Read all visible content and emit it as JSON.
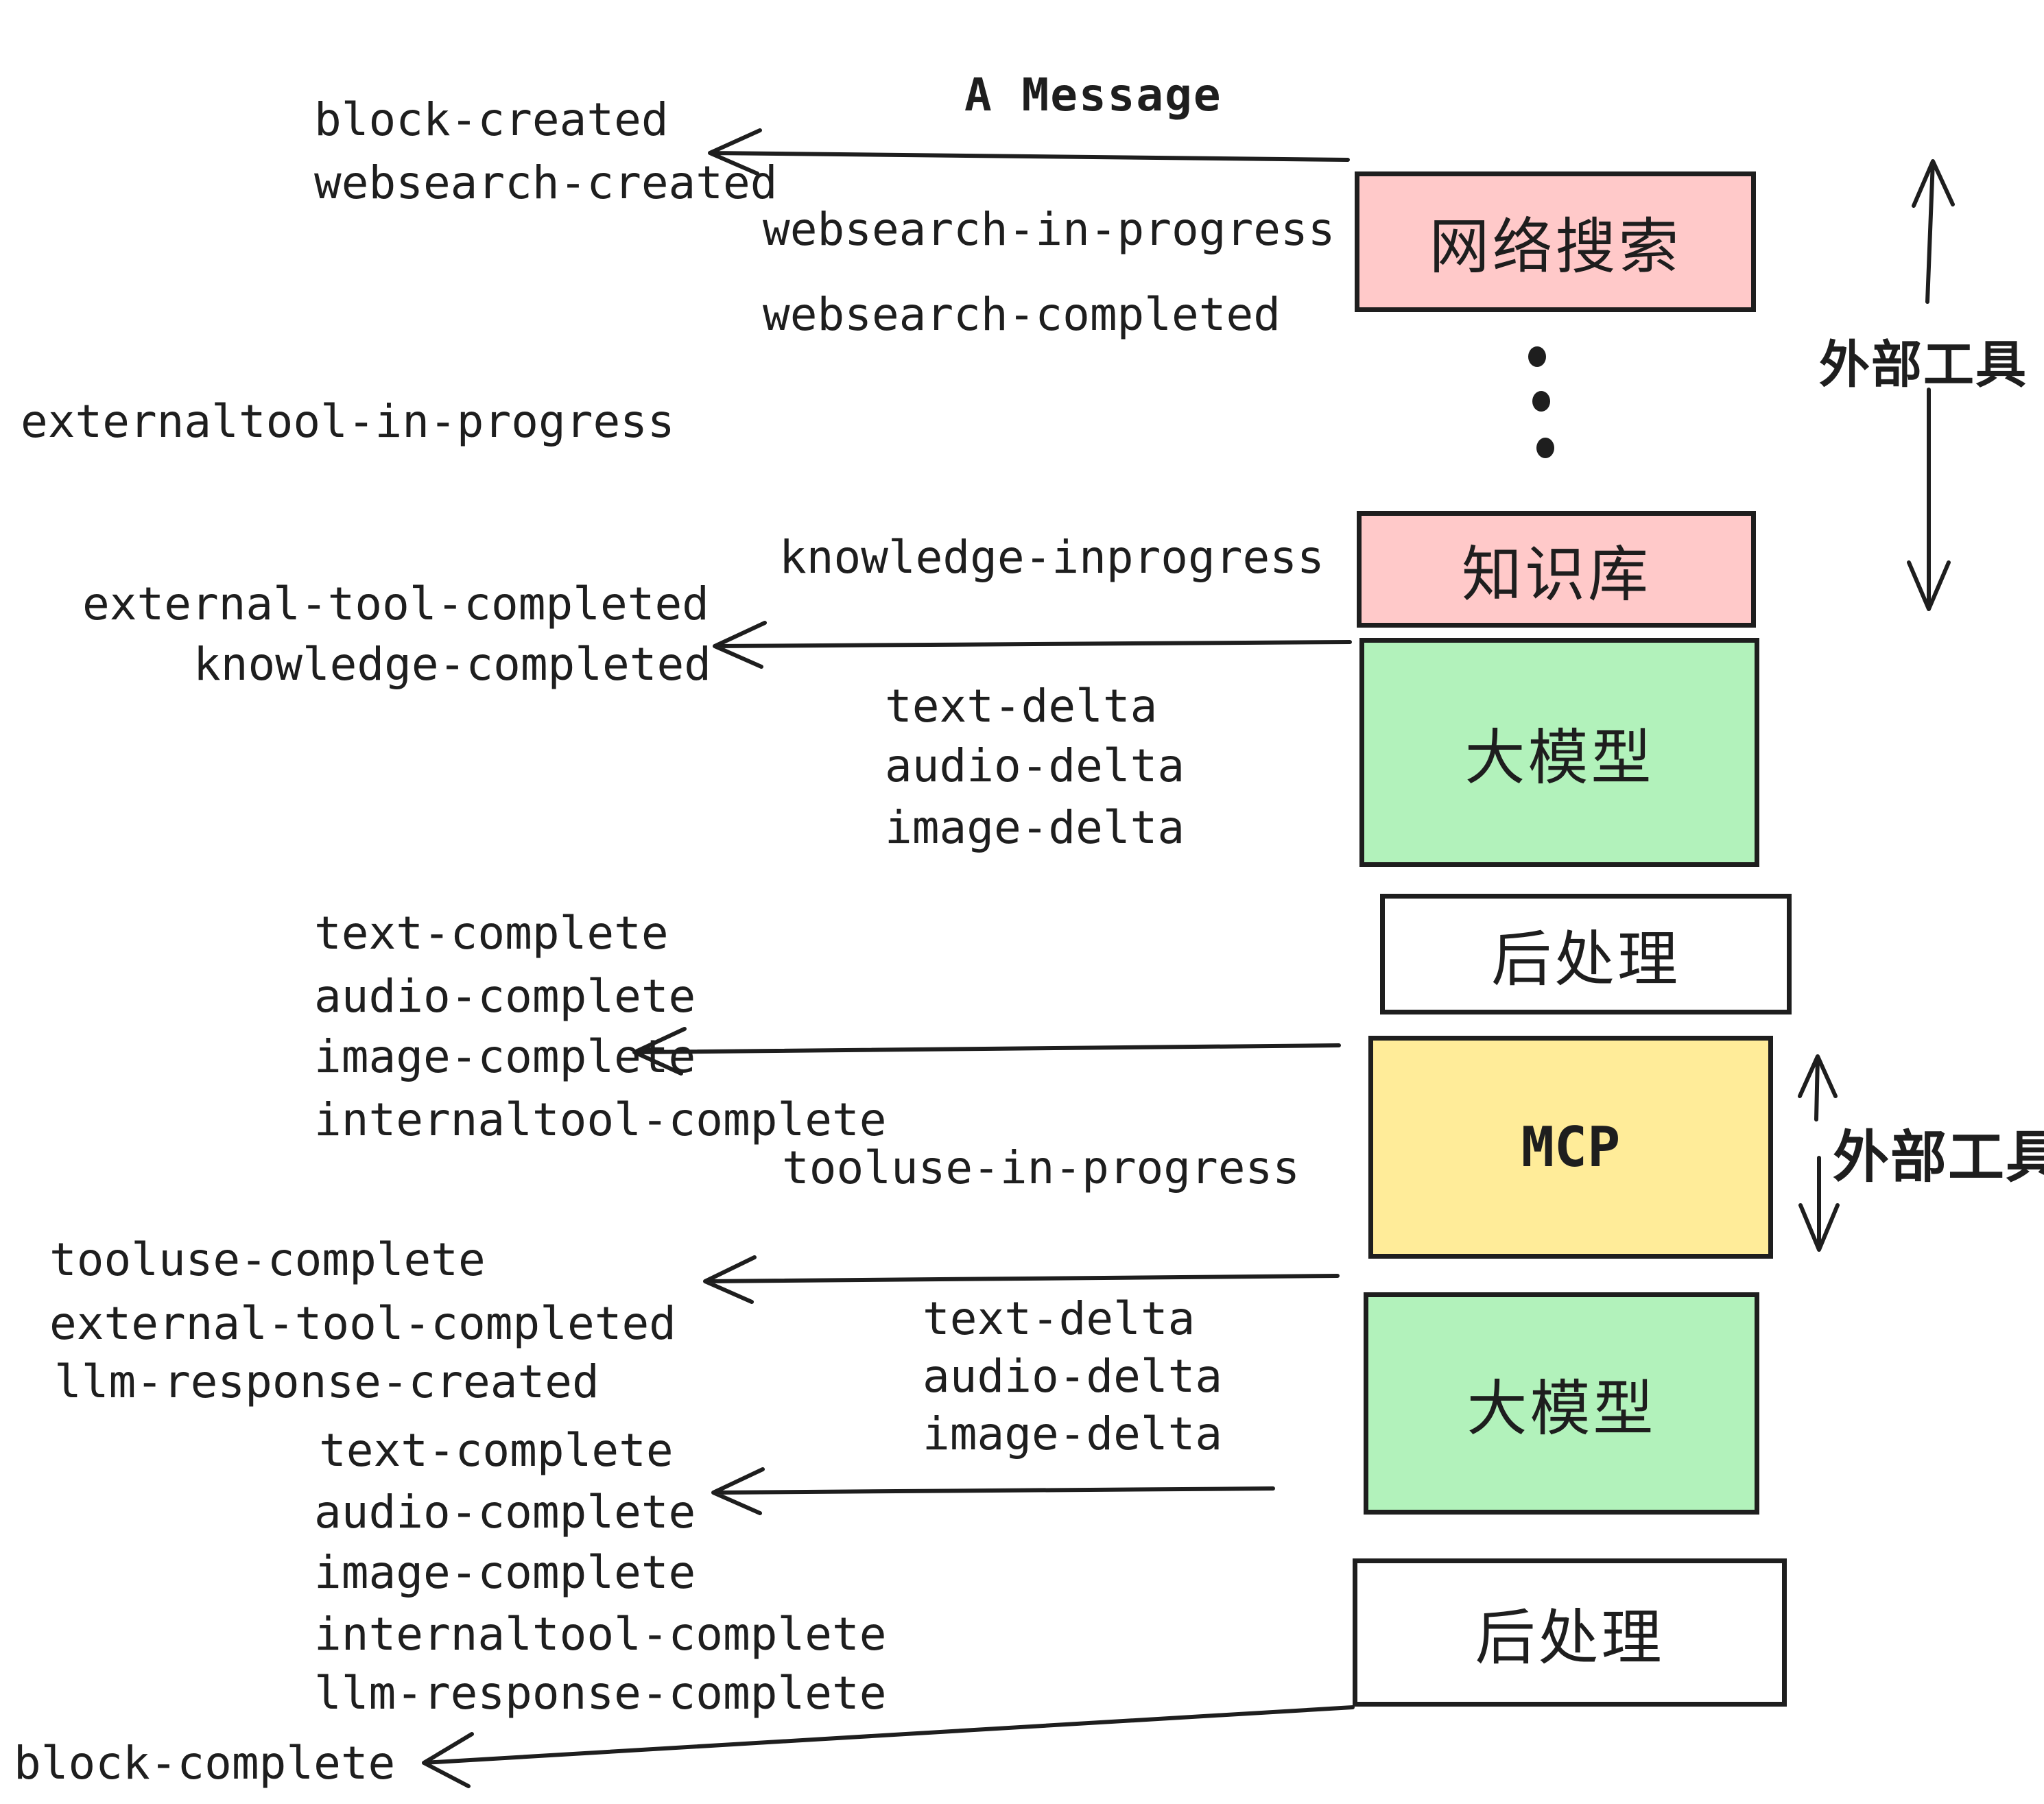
{
  "title": "A Message",
  "events": {
    "block_created": "block-created",
    "websearch_created": "websearch-created",
    "websearch_in_progress": "websearch-in-progress",
    "websearch_completed": "websearch-completed",
    "externaltool_in_progress": "externaltool-in-progress",
    "knowledge_inprogress": "knowledge-inprogress",
    "external_tool_completed_1": "external-tool-completed",
    "knowledge_completed": "knowledge-completed",
    "text_delta_1": "text-delta",
    "audio_delta_1": "audio-delta",
    "image_delta_1": "image-delta",
    "text_complete_1": "text-complete",
    "audio_complete_1": "audio-complete",
    "image_complete_1": "image-complete",
    "internaltool_complete_1": "internaltool-complete",
    "tooluse_in_progress": "tooluse-in-progress",
    "tooluse_complete": "tooluse-complete",
    "external_tool_completed_2": "external-tool-completed",
    "llm_response_created": "llm-response-created",
    "text_complete_2": "text-complete",
    "audio_complete_2": "audio-complete",
    "image_complete_2": "image-complete",
    "internaltool_complete_2": "internaltool-complete",
    "llm_response_complete": "llm-response-complete",
    "block_complete": "block-complete",
    "text_delta_2": "text-delta",
    "audio_delta_2": "audio-delta",
    "image_delta_2": "image-delta"
  },
  "boxes": {
    "websearch": {
      "label": "网络搜索",
      "fill": "#FFC9C9"
    },
    "knowledge": {
      "label": "知识库",
      "fill": "#FFC9C9"
    },
    "llm_1": {
      "label": "大模型",
      "fill": "#B2F2BB"
    },
    "postprocess_1": {
      "label": "后处理",
      "fill": "#FFFFFF"
    },
    "mcp": {
      "label": "MCP",
      "fill": "#FFEC99"
    },
    "llm_2": {
      "label": "大模型",
      "fill": "#B2F2BB"
    },
    "postprocess_2": {
      "label": "后处理",
      "fill": "#FFFFFF"
    }
  },
  "annotations": {
    "external_tools_top": "外部工具",
    "external_tools_mid": "外部工具"
  },
  "colors": {
    "stroke": "#1e1e1e",
    "pink": "#FFC9C9",
    "green": "#B2F2BB",
    "yellow": "#FFEC99",
    "white": "#FFFFFF",
    "background": "#FFFFFF"
  }
}
